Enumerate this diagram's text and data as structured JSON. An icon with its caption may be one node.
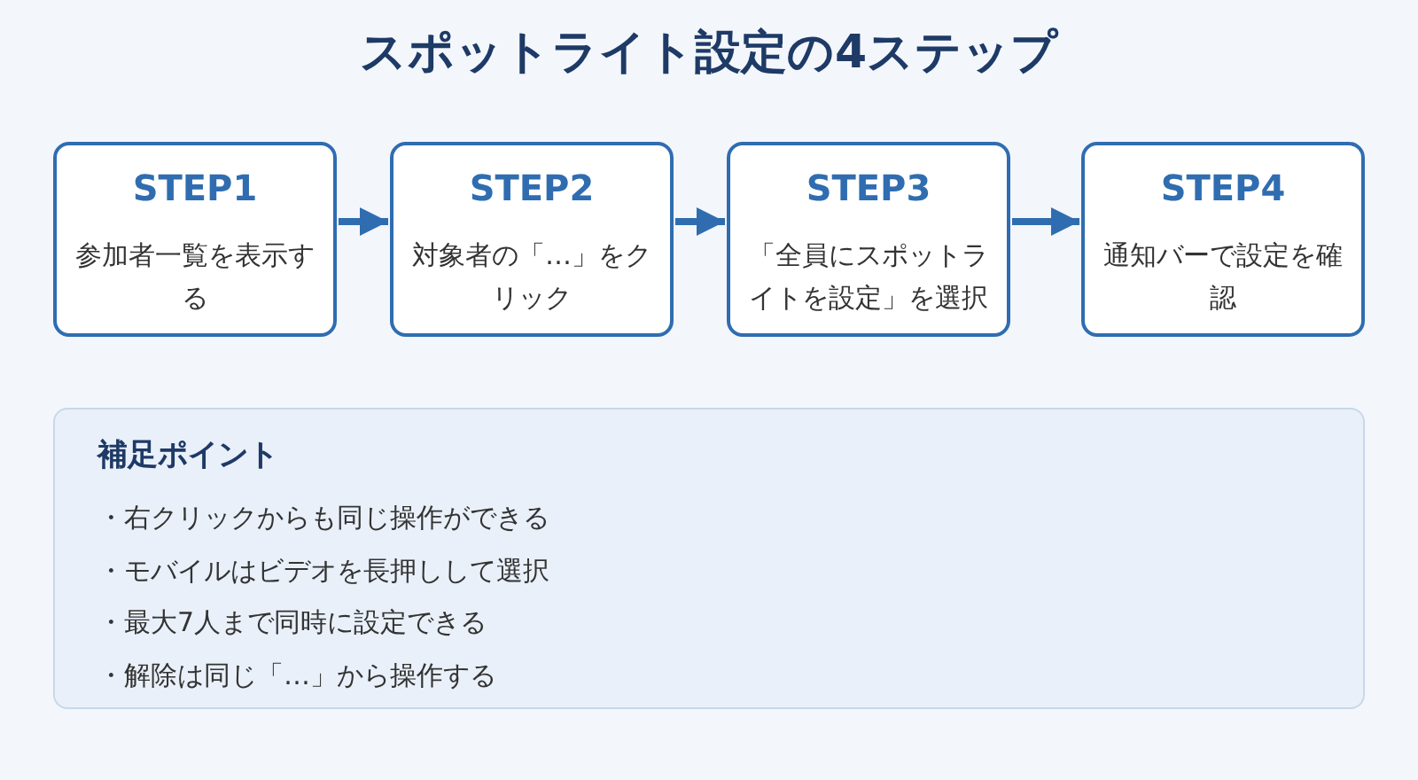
{
  "diagram": {
    "title": "スポットライト設定の4ステップ",
    "nodes": [
      {
        "text": [
          "STEP1",
          "参加者一覧を表示する"
        ]
      },
      {
        "text": [
          "STEP2",
          "対象者の「…」をクリック"
        ]
      },
      {
        "text": [
          "STEP3",
          "「全員にスポットライトを設定」を選択"
        ]
      },
      {
        "text": [
          "STEP4",
          "通知バーで設定を確認"
        ]
      },
      {
        "text": [
          "補足ポイント",
          "・右クリックからも同じ操作ができる",
          "・モバイルはビデオを長押しして選択",
          "・最大7人まで同時に設定できる",
          "・解除は同じ「…」から操作する"
        ]
      }
    ],
    "edges": [
      {
        "from": 0,
        "to": 1,
        "arrow": "to"
      },
      {
        "from": 1,
        "to": 2,
        "arrow": "to"
      },
      {
        "from": 2,
        "to": 3,
        "arrow": "to"
      }
    ]
  }
}
